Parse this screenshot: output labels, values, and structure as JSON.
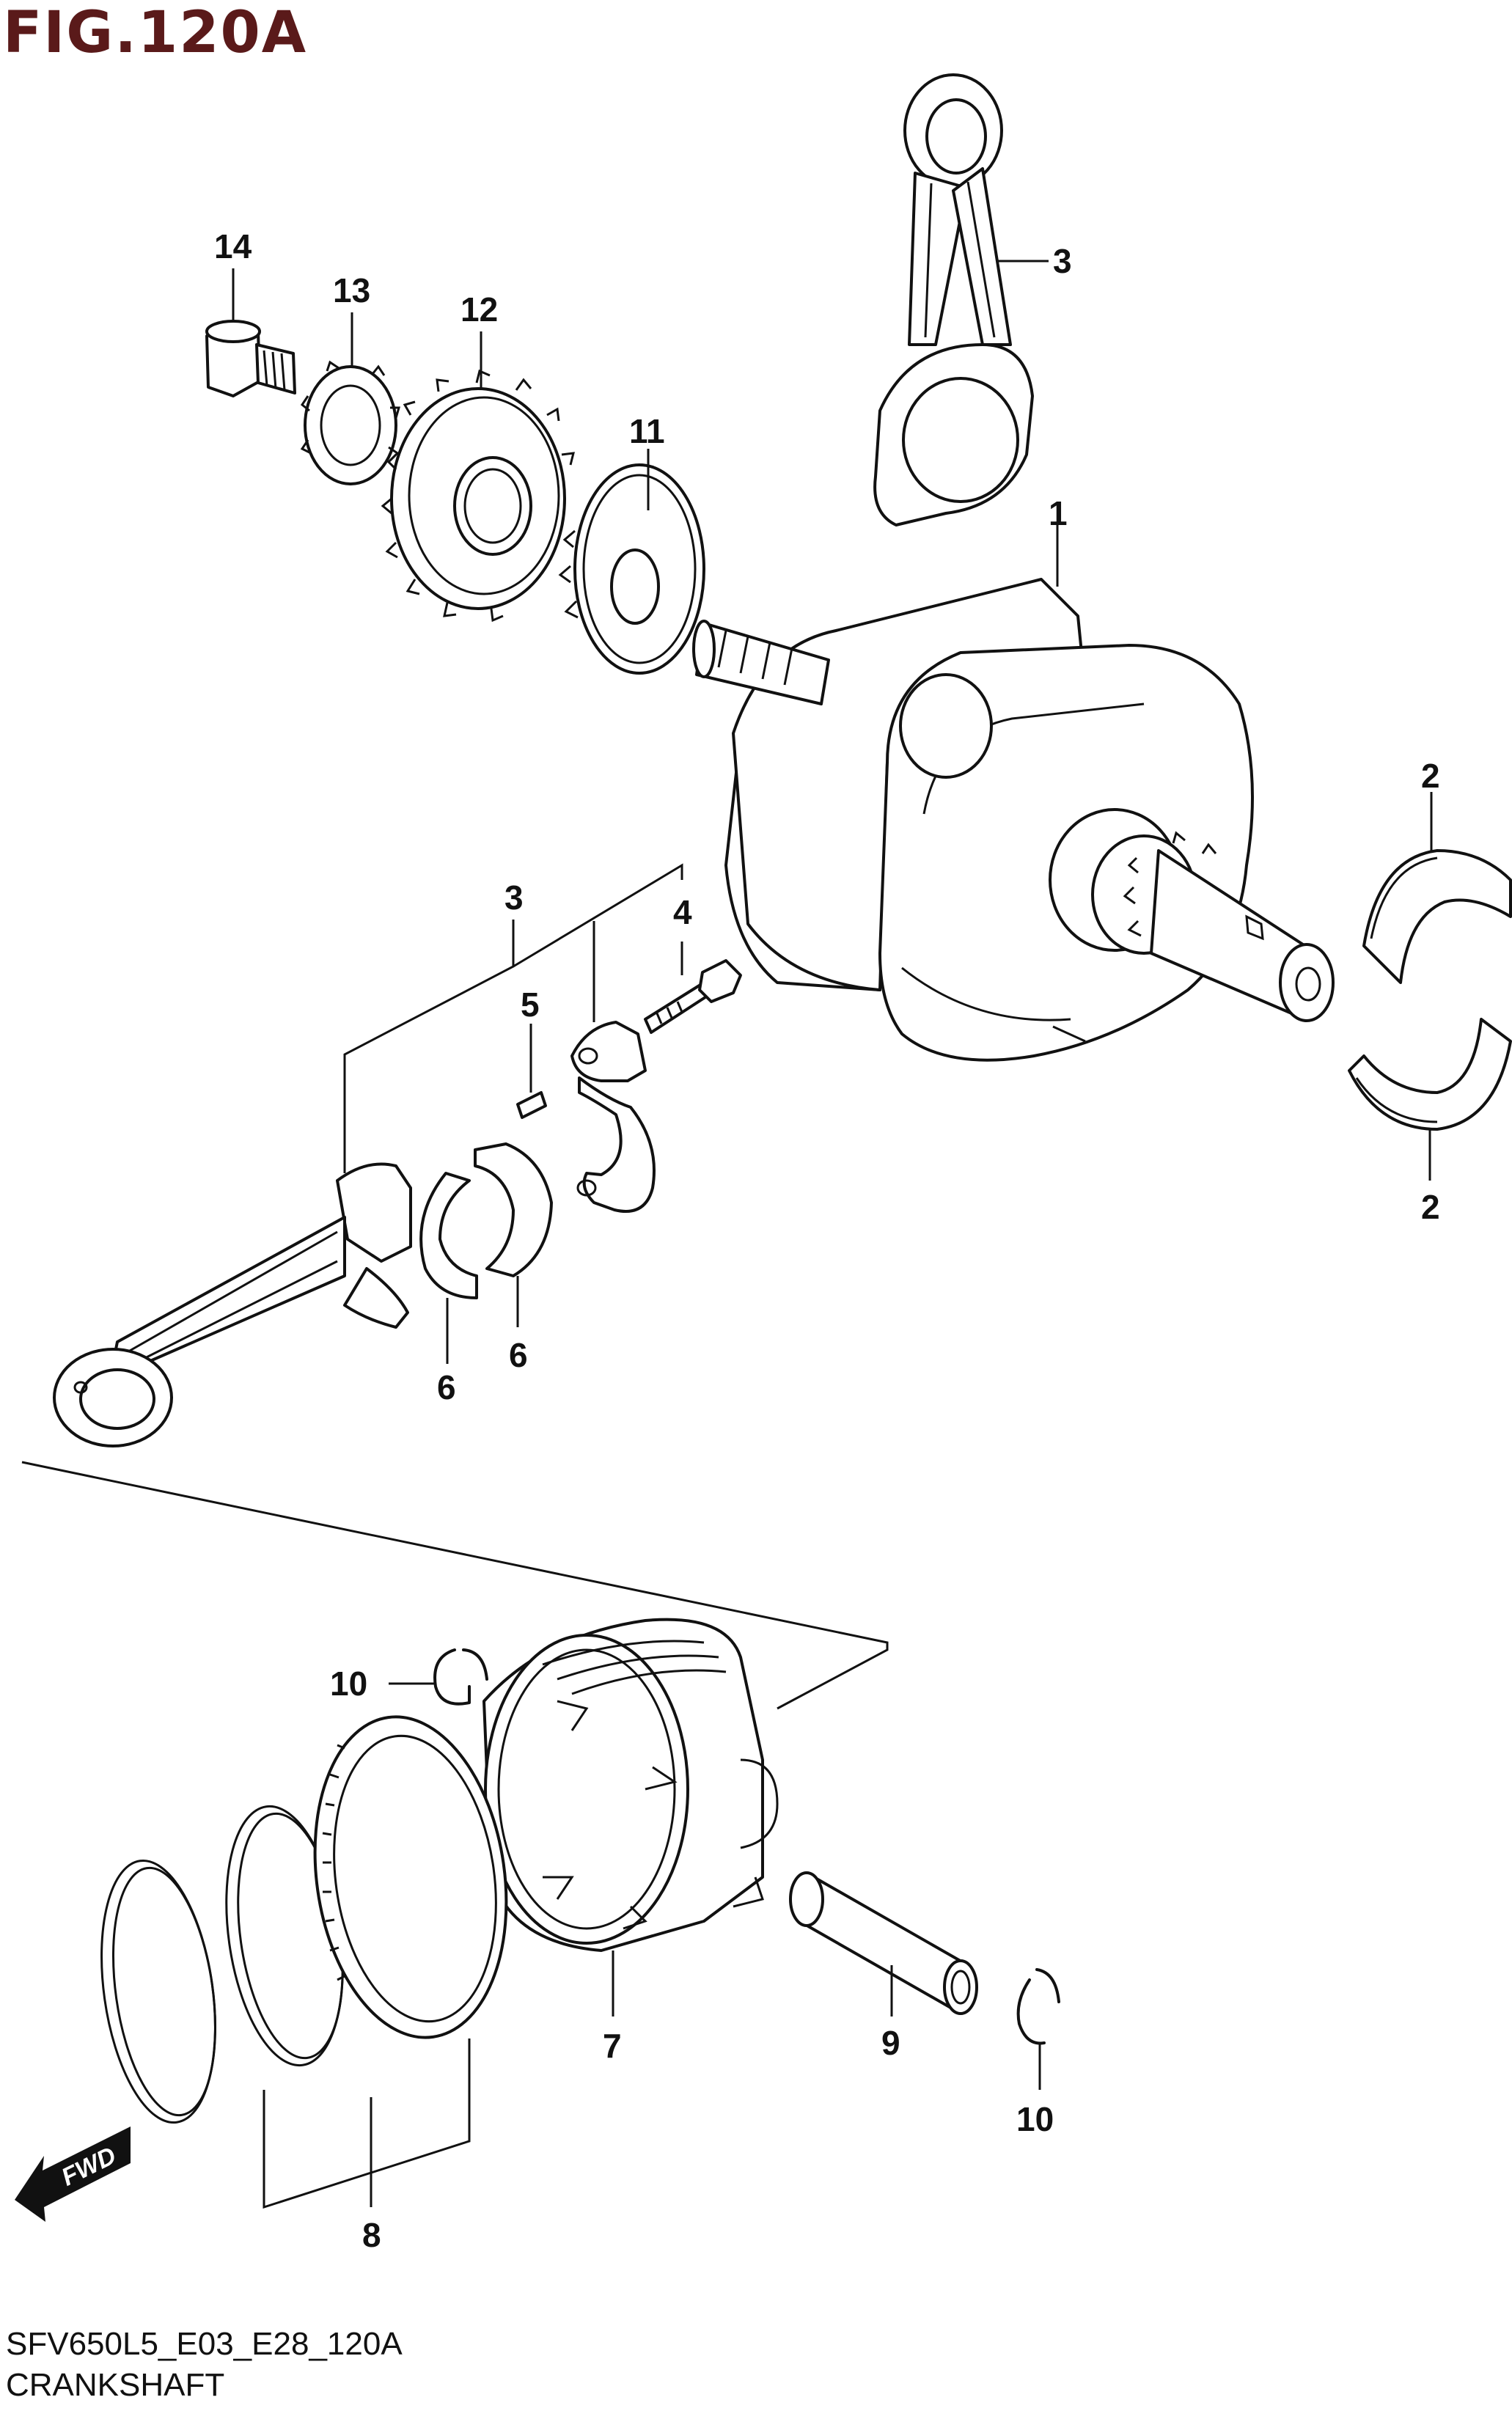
{
  "figure": {
    "title": "FIG.120A",
    "code": "SFV650L5_E03_E28_120A",
    "name": "CRANKSHAFT"
  },
  "direction_badge": "FWD",
  "callouts": [
    {
      "id": "c1",
      "label": "1"
    },
    {
      "id": "c2a",
      "label": "2"
    },
    {
      "id": "c2b",
      "label": "2"
    },
    {
      "id": "c3a",
      "label": "3"
    },
    {
      "id": "c3b",
      "label": "3"
    },
    {
      "id": "c4",
      "label": "4"
    },
    {
      "id": "c5",
      "label": "5"
    },
    {
      "id": "c6a",
      "label": "6"
    },
    {
      "id": "c6b",
      "label": "6"
    },
    {
      "id": "c7",
      "label": "7"
    },
    {
      "id": "c8",
      "label": "8"
    },
    {
      "id": "c9",
      "label": "9"
    },
    {
      "id": "c10a",
      "label": "10"
    },
    {
      "id": "c10b",
      "label": "10"
    },
    {
      "id": "c11",
      "label": "11"
    },
    {
      "id": "c12",
      "label": "12"
    },
    {
      "id": "c13",
      "label": "13"
    },
    {
      "id": "c14",
      "label": "14"
    }
  ]
}
